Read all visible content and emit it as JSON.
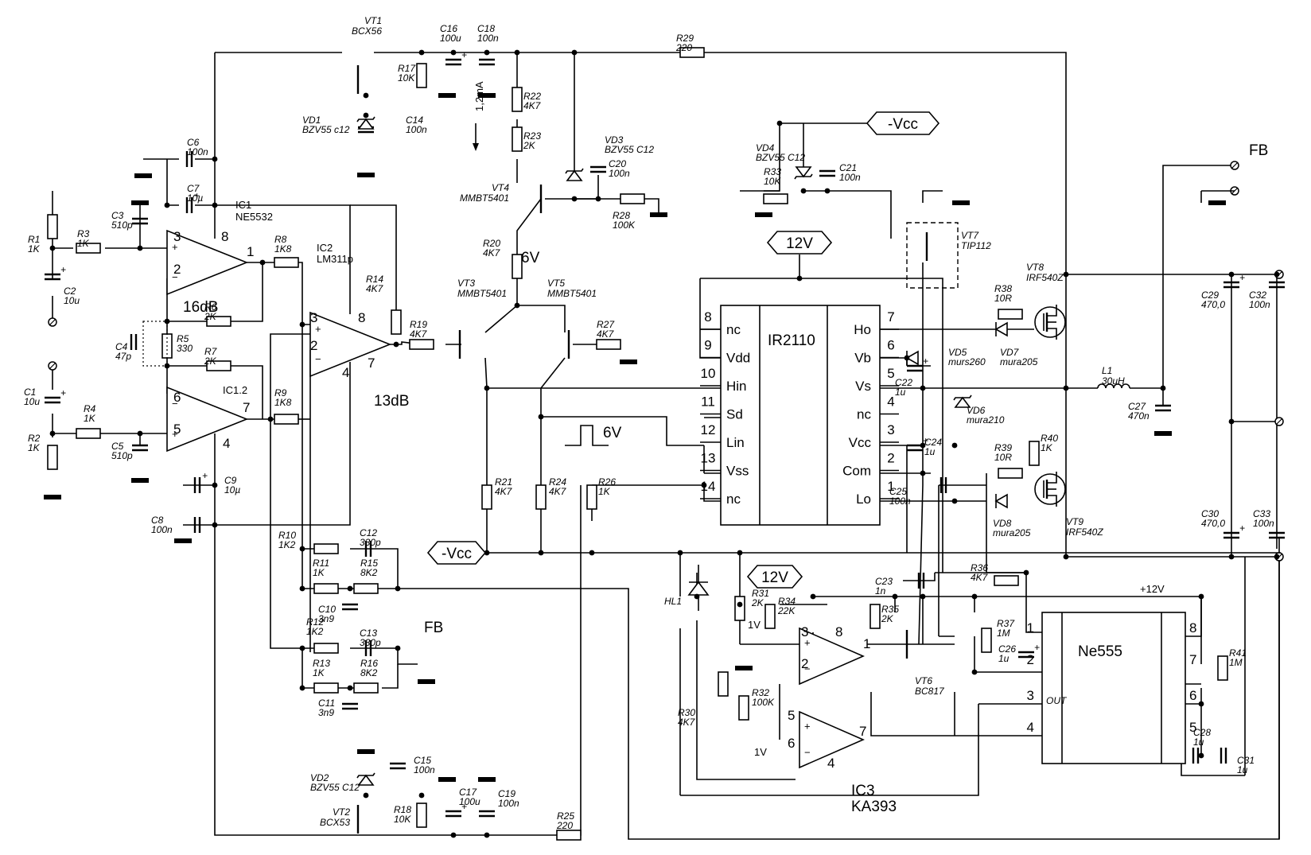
{
  "ics": {
    "ic1": {
      "ref": "IC1",
      "part": "NE5532"
    },
    "ic1_2": {
      "ref": "IC1.2"
    },
    "ic2": {
      "ref": "IC2",
      "part": "LM311p"
    },
    "ic3": {
      "ref": "IC3",
      "part": "KA393"
    },
    "ir2110": {
      "name": "IR2110",
      "left_pins": [
        {
          "num": "8",
          "name": "nc"
        },
        {
          "num": "9",
          "name": "Vdd"
        },
        {
          "num": "10",
          "name": "Hin"
        },
        {
          "num": "11",
          "name": "Sd"
        },
        {
          "num": "12",
          "name": "Lin"
        },
        {
          "num": "13",
          "name": "Vss"
        },
        {
          "num": "14",
          "name": "nc"
        }
      ],
      "right_pins": [
        {
          "num": "7",
          "name": "Ho"
        },
        {
          "num": "6",
          "name": "Vb"
        },
        {
          "num": "5",
          "name": "Vs"
        },
        {
          "num": "4",
          "name": "nc"
        },
        {
          "num": "3",
          "name": "Vcc"
        },
        {
          "num": "2",
          "name": "Com"
        },
        {
          "num": "1",
          "name": "Lo"
        }
      ]
    },
    "ne555": {
      "name": "Ne555",
      "out": "OUT",
      "left_pins": [
        "1",
        "2",
        "3",
        "4"
      ],
      "right_pins": [
        "8",
        "7",
        "6",
        "5"
      ]
    }
  },
  "opamp_pins": {
    "ic1": {
      "p3": "3",
      "p2": "2",
      "p8": "8",
      "p1": "1"
    },
    "ic1_2": {
      "p6": "6",
      "p5": "5",
      "p4": "4",
      "p7": "7"
    },
    "ic2": {
      "p3": "3",
      "p2": "2",
      "p8": "8",
      "p7": "7",
      "p4": "4"
    },
    "ic3a": {
      "p3": "3",
      "p2": "2",
      "p8": "8",
      "p1": "1"
    },
    "ic3b": {
      "p5": "5",
      "p6": "6",
      "p7": "7",
      "p4": "4"
    }
  },
  "gain": {
    "ic1": "16dB",
    "ic2": "13dB"
  },
  "transistors": [
    {
      "id": "vt1",
      "ref": "VT1",
      "part": "BCX56"
    },
    {
      "id": "vt2",
      "ref": "VT2",
      "part": "BCX53"
    },
    {
      "id": "vt3",
      "ref": "VT3",
      "part": "MMBT5401"
    },
    {
      "id": "vt4",
      "ref": "VT4",
      "part": "MMBT5401"
    },
    {
      "id": "vt5",
      "ref": "VT5",
      "part": "MMBT5401"
    },
    {
      "id": "vt6",
      "ref": "VT6",
      "part": "BC817"
    },
    {
      "id": "vt7",
      "ref": "VT7",
      "part": "TIP112"
    },
    {
      "id": "vt8",
      "ref": "VT8",
      "part": "IRF540Z"
    },
    {
      "id": "vt9",
      "ref": "VT9",
      "part": "IRF540Z"
    }
  ],
  "diodes": [
    {
      "id": "vd1",
      "ref": "VD1",
      "part": "BZV55 c12"
    },
    {
      "id": "vd2",
      "ref": "VD2",
      "part": "BZV55 C12"
    },
    {
      "id": "vd3",
      "ref": "VD3",
      "part": "BZV55 C12"
    },
    {
      "id": "vd4",
      "ref": "VD4",
      "part": "BZV55 C12"
    },
    {
      "id": "vd5",
      "ref": "VD5",
      "part": "murs260"
    },
    {
      "id": "vd6",
      "ref": "VD6",
      "part": "mura210"
    },
    {
      "id": "vd7",
      "ref": "VD7",
      "part": "mura205"
    },
    {
      "id": "vd8",
      "ref": "VD8",
      "part": "mura205"
    },
    {
      "id": "hl1",
      "ref": "HL1",
      "part": ""
    }
  ],
  "resistors": [
    {
      "id": "r1",
      "ref": "R1",
      "val": "1K"
    },
    {
      "id": "r2",
      "ref": "R2",
      "val": "1K"
    },
    {
      "id": "r3",
      "ref": "R3",
      "val": "1K"
    },
    {
      "id": "r4",
      "ref": "R4",
      "val": "1K"
    },
    {
      "id": "r5",
      "ref": "R5",
      "val": "330"
    },
    {
      "id": "r6",
      "ref": "R6",
      "val": "2K"
    },
    {
      "id": "r7",
      "ref": "R7",
      "val": "2K"
    },
    {
      "id": "r8",
      "ref": "R8",
      "val": "1K8"
    },
    {
      "id": "r9",
      "ref": "R9",
      "val": "1K8"
    },
    {
      "id": "r10",
      "ref": "R10",
      "val": "1K2"
    },
    {
      "id": "r11",
      "ref": "R11",
      "val": "1K"
    },
    {
      "id": "r12",
      "ref": "R12",
      "val": "1K2"
    },
    {
      "id": "r13",
      "ref": "R13",
      "val": "1K"
    },
    {
      "id": "r14",
      "ref": "R14",
      "val": "4K7"
    },
    {
      "id": "r15",
      "ref": "R15",
      "val": "8K2"
    },
    {
      "id": "r16",
      "ref": "R16",
      "val": "8K2"
    },
    {
      "id": "r17",
      "ref": "R17",
      "val": "10K"
    },
    {
      "id": "r18",
      "ref": "R18",
      "val": "10K"
    },
    {
      "id": "r19",
      "ref": "R19",
      "val": "4K7"
    },
    {
      "id": "r20",
      "ref": "R20",
      "val": "4K7"
    },
    {
      "id": "r21",
      "ref": "R21",
      "val": "4K7"
    },
    {
      "id": "r22",
      "ref": "R22",
      "val": "4K7"
    },
    {
      "id": "r23",
      "ref": "R23",
      "val": "2K"
    },
    {
      "id": "r24",
      "ref": "R24",
      "val": "4K7"
    },
    {
      "id": "r25",
      "ref": "R25",
      "val": "220"
    },
    {
      "id": "r26",
      "ref": "R26",
      "val": "1K"
    },
    {
      "id": "r27",
      "ref": "R27",
      "val": "4K7"
    },
    {
      "id": "r28",
      "ref": "R28",
      "val": "100K"
    },
    {
      "id": "r29",
      "ref": "R29",
      "val": "220"
    },
    {
      "id": "r30",
      "ref": "R30",
      "val": "4K7"
    },
    {
      "id": "r31",
      "ref": "R31",
      "val": "2K"
    },
    {
      "id": "r32",
      "ref": "R32",
      "val": "100K"
    },
    {
      "id": "r33",
      "ref": "R33",
      "val": "10K"
    },
    {
      "id": "r34",
      "ref": "R34",
      "val": "22K"
    },
    {
      "id": "r35",
      "ref": "R35",
      "val": "2K"
    },
    {
      "id": "r36",
      "ref": "R36",
      "val": "4K7"
    },
    {
      "id": "r37",
      "ref": "R37",
      "val": "1M"
    },
    {
      "id": "r38",
      "ref": "R38",
      "val": "10R"
    },
    {
      "id": "r39",
      "ref": "R39",
      "val": "10R"
    },
    {
      "id": "r40",
      "ref": "R40",
      "val": "1K"
    },
    {
      "id": "r41",
      "ref": "R41",
      "val": "1M"
    }
  ],
  "capacitors": [
    {
      "id": "c1",
      "ref": "C1",
      "val": "10u"
    },
    {
      "id": "c2",
      "ref": "C2",
      "val": "10u"
    },
    {
      "id": "c3",
      "ref": "C3",
      "val": "510p"
    },
    {
      "id": "c4",
      "ref": "C4",
      "val": "47p"
    },
    {
      "id": "c5",
      "ref": "C5",
      "val": "510p"
    },
    {
      "id": "c6",
      "ref": "C6",
      "val": "100n"
    },
    {
      "id": "c7",
      "ref": "C7",
      "val": "10µ"
    },
    {
      "id": "c8",
      "ref": "C8",
      "val": "100n"
    },
    {
      "id": "c9",
      "ref": "C9",
      "val": "10µ"
    },
    {
      "id": "c10",
      "ref": "C10",
      "val": "3n9"
    },
    {
      "id": "c11",
      "ref": "C11",
      "val": "3n9"
    },
    {
      "id": "c12",
      "ref": "C12",
      "val": "330p"
    },
    {
      "id": "c13",
      "ref": "C13",
      "val": "330p"
    },
    {
      "id": "c14",
      "ref": "C14",
      "val": "100n"
    },
    {
      "id": "c15",
      "ref": "C15",
      "val": "100n"
    },
    {
      "id": "c16",
      "ref": "C16",
      "val": "100u"
    },
    {
      "id": "c17",
      "ref": "C17",
      "val": "100u"
    },
    {
      "id": "c18",
      "ref": "C18",
      "val": "100n"
    },
    {
      "id": "c19",
      "ref": "C19",
      "val": "100n"
    },
    {
      "id": "c20",
      "ref": "C20",
      "val": "100n"
    },
    {
      "id": "c21",
      "ref": "C21",
      "val": "100n"
    },
    {
      "id": "c22",
      "ref": "C22",
      "val": "1u"
    },
    {
      "id": "c23",
      "ref": "C23",
      "val": "1n"
    },
    {
      "id": "c24",
      "ref": "C24",
      "val": "1u"
    },
    {
      "id": "c25",
      "ref": "C25",
      "val": "100n"
    },
    {
      "id": "c26",
      "ref": "C26",
      "val": "1u"
    },
    {
      "id": "c27",
      "ref": "C27",
      "val": "470n"
    },
    {
      "id": "c28",
      "ref": "C28",
      "val": "1u"
    },
    {
      "id": "c29",
      "ref": "C29",
      "val": "470,0"
    },
    {
      "id": "c30",
      "ref": "C30",
      "val": "470,0"
    },
    {
      "id": "c31",
      "ref": "C31",
      "val": "1u"
    },
    {
      "id": "c32",
      "ref": "C32",
      "val": "100n"
    },
    {
      "id": "c33",
      "ref": "C33",
      "val": "100n"
    }
  ],
  "inductor": {
    "ref": "L1",
    "val": "30uH"
  },
  "nets": {
    "vcc_neg_a": "-Vcc",
    "vcc_neg_b": "-Vcc",
    "v12_a": "12V",
    "v12_b": "12V",
    "plus12": "+12V",
    "fb_out": "FB",
    "fb_in": "FB",
    "six_v": "6V",
    "six_v_pulse": "6V",
    "current": "1,2mA",
    "one_v_a": "1V",
    "one_v_b": "1V"
  }
}
